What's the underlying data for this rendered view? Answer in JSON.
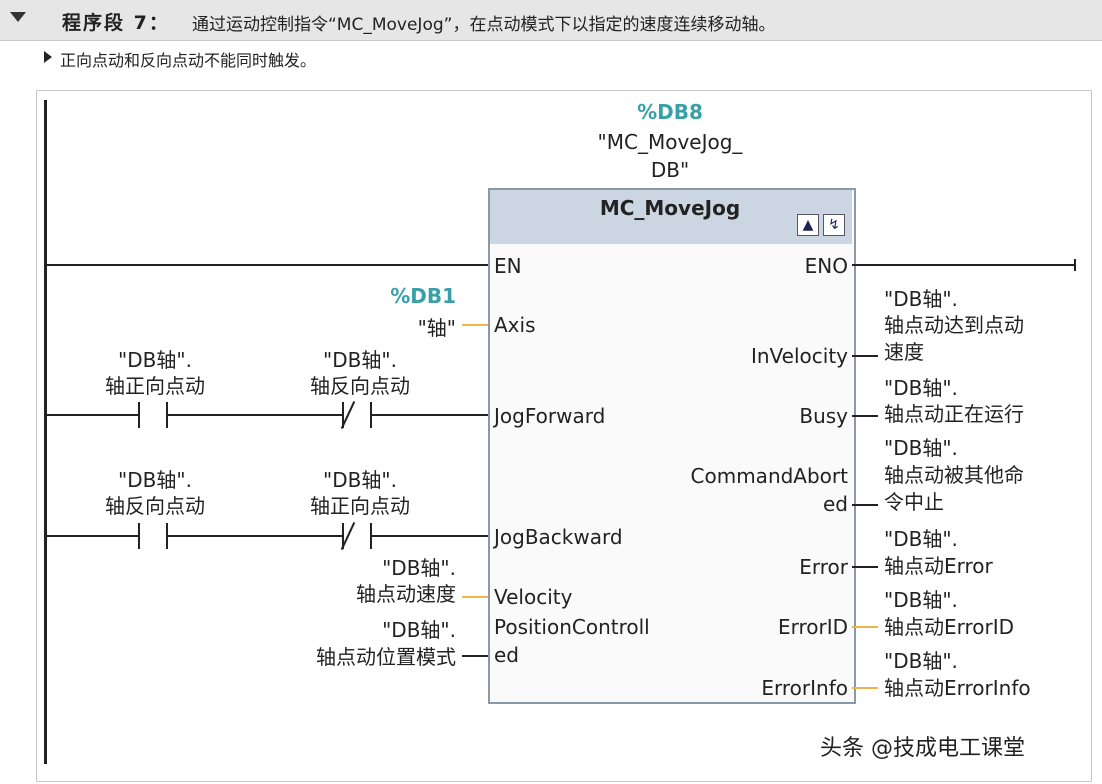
{
  "segment": {
    "title": "程序段 7：",
    "description": "通过运动控制指令“MC_MoveJog”，在点动模式下以指定的速度连续移动轴。",
    "comment": "正向点动和反向点动不能同时触发。"
  },
  "block": {
    "db_address": "%DB8",
    "db_name_line1": "\"MC_MoveJog_",
    "db_name_line2": "DB\"",
    "name": "MC_MoveJog",
    "icon_lock": "lock-icon",
    "icon_diag": "stethoscope-icon",
    "inputs": [
      "EN",
      "Axis",
      "JogForward",
      "JogBackward",
      "Velocity",
      "PositionControll",
      "ed"
    ],
    "outputs": [
      "ENO",
      "InVelocity",
      "Busy",
      "CommandAbort",
      "ed",
      "Error",
      "ErrorID",
      "ErrorInfo"
    ]
  },
  "axis_param": {
    "address": "%DB1",
    "name": "\"轴\""
  },
  "contacts": {
    "row1_no_line1": "\"DB轴\".",
    "row1_no_line2": "轴正向点动",
    "row1_nc_line1": "\"DB轴\".",
    "row1_nc_line2": "轴反向点动",
    "row2_no_line1": "\"DB轴\".",
    "row2_no_line2": "轴反向点动",
    "row2_nc_line1": "\"DB轴\".",
    "row2_nc_line2": "轴正向点动"
  },
  "in_params": {
    "velocity_line1": "\"DB轴\".",
    "velocity_line2": "轴点动速度",
    "posctrl_line1": "\"DB轴\".",
    "posctrl_line2": "轴点动位置模式"
  },
  "out_params": {
    "invel_line1": "\"DB轴\".",
    "invel_line2": "轴点动达到点动",
    "invel_line3": "速度",
    "busy_line1": "\"DB轴\".",
    "busy_line2": "轴点动正在运行",
    "abort_line1": "\"DB轴\".",
    "abort_line2": "轴点动被其他命",
    "abort_line3": "令中止",
    "error_line1": "\"DB轴\".",
    "error_line2": "轴点动Error",
    "errorid_line1": "\"DB轴\".",
    "errorid_line2": "轴点动ErrorID",
    "errorinfo_line1": "\"DB轴\".",
    "errorinfo_line2": "轴点动ErrorInfo"
  },
  "watermark": "头条 @技成电工课堂"
}
